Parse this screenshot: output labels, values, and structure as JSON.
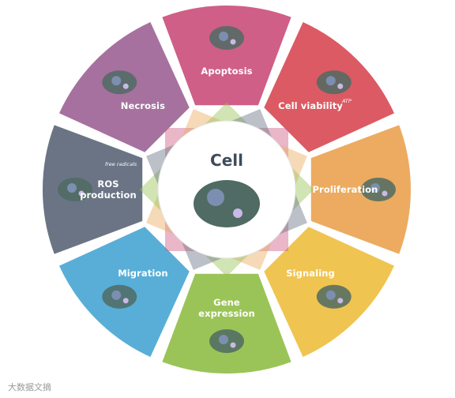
{
  "center": {
    "title": "Cell"
  },
  "segments": [
    {
      "key": "apoptosis",
      "label": [
        "Apoptosis"
      ],
      "color": "#cf5f86"
    },
    {
      "key": "cell-viability",
      "label": [
        "Cell viability"
      ],
      "color": "#dc5a63"
    },
    {
      "key": "proliferation",
      "label": [
        "Proliferation"
      ],
      "color": "#ecab60"
    },
    {
      "key": "signaling",
      "label": [
        "Signaling"
      ],
      "color": "#f0c451"
    },
    {
      "key": "gene-expression",
      "label": [
        "Gene",
        "expression"
      ],
      "color": "#9ac457"
    },
    {
      "key": "migration",
      "label": [
        "Migration"
      ],
      "color": "#58aed7"
    },
    {
      "key": "ros-production",
      "label": [
        "ROS",
        "production"
      ],
      "color": "#6a7485"
    },
    {
      "key": "necrosis",
      "label": [
        "Necrosis"
      ],
      "color": "#a6719f"
    }
  ],
  "annotations": {
    "ros_note": "free radicals",
    "atp": "ATP"
  },
  "watermark": "大数据文摘"
}
